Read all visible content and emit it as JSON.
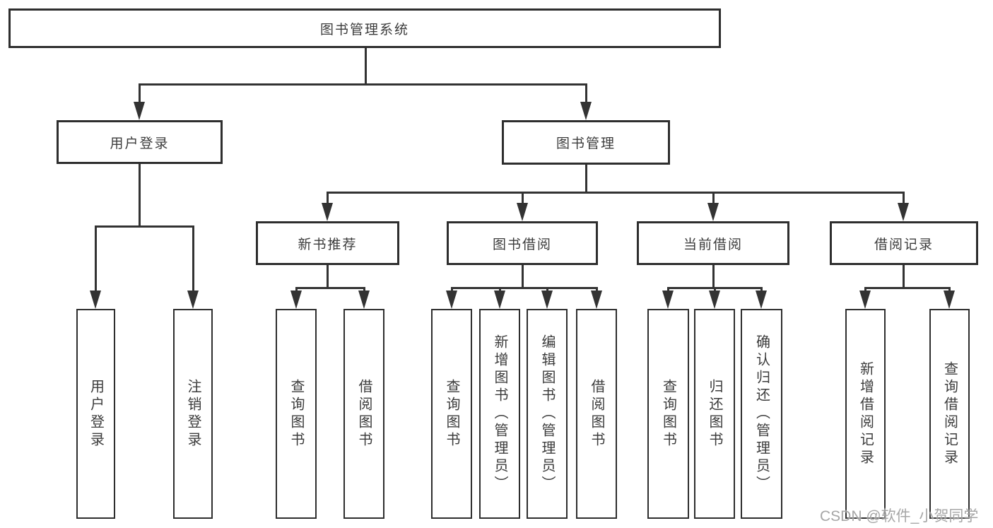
{
  "diagram": {
    "root": "图书管理系统",
    "branches": {
      "user_login": "用户登录",
      "book_mgmt": "图书管理"
    },
    "modules": {
      "new_book": "新书推荐",
      "book_borrow": "图书借阅",
      "current_borrow": "当前借阅",
      "borrow_record": "借阅记录"
    },
    "leaves": {
      "user_login": [
        "用户登录",
        "注销登录"
      ],
      "new_book": [
        "查询图书",
        "借阅图书"
      ],
      "book_borrow": [
        "查询图书",
        "新增图书（管理员）",
        "编辑图书（管理员）",
        "借阅图书"
      ],
      "current_borrow": [
        "查询图书",
        "归还图书",
        "确认归还（管理员）"
      ],
      "borrow_record": [
        "新增借阅记录",
        "查询借阅记录"
      ]
    }
  },
  "watermark": "CSDN @软件_小贺同学",
  "colors": {
    "line": "#333333",
    "box_border": "#2e2e2e",
    "text": "#3c3c3c",
    "background": "#ffffff",
    "watermark": "#969696"
  }
}
